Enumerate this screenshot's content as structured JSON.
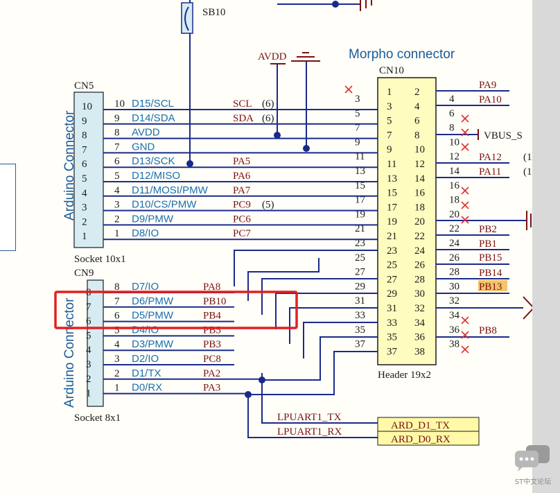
{
  "sb10": {
    "label": "SB10"
  },
  "avdd": {
    "label": "AVDD"
  },
  "morpho": {
    "title": "Morpho connector",
    "ref": "CN10",
    "footer": "Header 19x2",
    "left_pins": [
      "1",
      "3",
      "5",
      "7",
      "9",
      "11",
      "13",
      "15",
      "17",
      "19",
      "21",
      "23",
      "25",
      "27",
      "29",
      "31",
      "33",
      "35",
      "37"
    ],
    "right_pins": [
      "2",
      "4",
      "6",
      "8",
      "10",
      "12",
      "14",
      "16",
      "18",
      "20",
      "22",
      "24",
      "26",
      "28",
      "30",
      "32",
      "34",
      "36",
      "38"
    ],
    "outer_left_nums": [
      "3",
      "5",
      "7",
      "9",
      "11",
      "13",
      "15",
      "17",
      "19",
      "21",
      "23",
      "25",
      "27",
      "29",
      "31",
      "33",
      "35",
      "37"
    ],
    "outer_right_nums": [
      "4",
      "6",
      "8",
      "10",
      "12",
      "14",
      "16",
      "18",
      "20",
      "22",
      "24",
      "26",
      "28",
      "30",
      "32",
      "34",
      "36",
      "38"
    ]
  },
  "cn5": {
    "ref": "CN5",
    "title": "Arduino Connector",
    "footer": "Socket 10x1",
    "pins": [
      "10",
      "9",
      "8",
      "7",
      "6",
      "5",
      "4",
      "3",
      "2",
      "1"
    ],
    "signals": [
      "D15/SCL",
      "D14/SDA",
      "AVDD",
      "GND",
      "D13/SCK",
      "D12/MISO",
      "D11/MOSI/PMW",
      "D10/CS/PMW",
      "D9/PMW",
      "D8/IO"
    ],
    "nets": [
      "SCL",
      "SDA",
      "",
      "",
      "PA5",
      "PA6",
      "PA7",
      "PC9",
      "PC6",
      "PC7"
    ]
  },
  "cn9": {
    "ref": "CN9",
    "title": "Arduino Connector",
    "footer": "Socket 8x1",
    "pins": [
      "8",
      "7",
      "6",
      "5",
      "4",
      "3",
      "2",
      "1"
    ],
    "signals": [
      "D7/IO",
      "D6/PMW",
      "D5/PMW",
      "D4/IO",
      "D3/PMW",
      "D2/IO",
      "D1/TX",
      "D0/RX"
    ],
    "nets": [
      "PA8",
      "PB10",
      "PB4",
      "PB5",
      "PB3",
      "PC8",
      "PA2",
      "PA3"
    ]
  },
  "annot": {
    "scl": "(6)",
    "sda": "(6)",
    "pc9": "(5)",
    "pa12": "(1",
    "pa11": "(1"
  },
  "right_nets": {
    "pa9": "PA9",
    "pa10": "PA10",
    "vbus": "VBUS_S",
    "pa12": "PA12",
    "pa11": "PA11",
    "pb2": "PB2",
    "pb1": "PB1",
    "pb15": "PB15",
    "pb14": "PB14",
    "pb13": "PB13",
    "pb8": "PB8"
  },
  "uart": {
    "tx_net": "LPUART1_TX",
    "rx_net": "LPUART1_RX",
    "tx_port": "ARD_D1_TX",
    "rx_port": "ARD_D0_RX"
  },
  "forum": {
    "label": "ST中文论坛"
  },
  "colors": {
    "wire": "#1a2a8a",
    "net": "#7a1010",
    "signal": "#1a6fb0",
    "highlight": "#e02020",
    "port": "#fff9a8",
    "header": "#fffcc0",
    "socket": "#d6ecf2"
  }
}
